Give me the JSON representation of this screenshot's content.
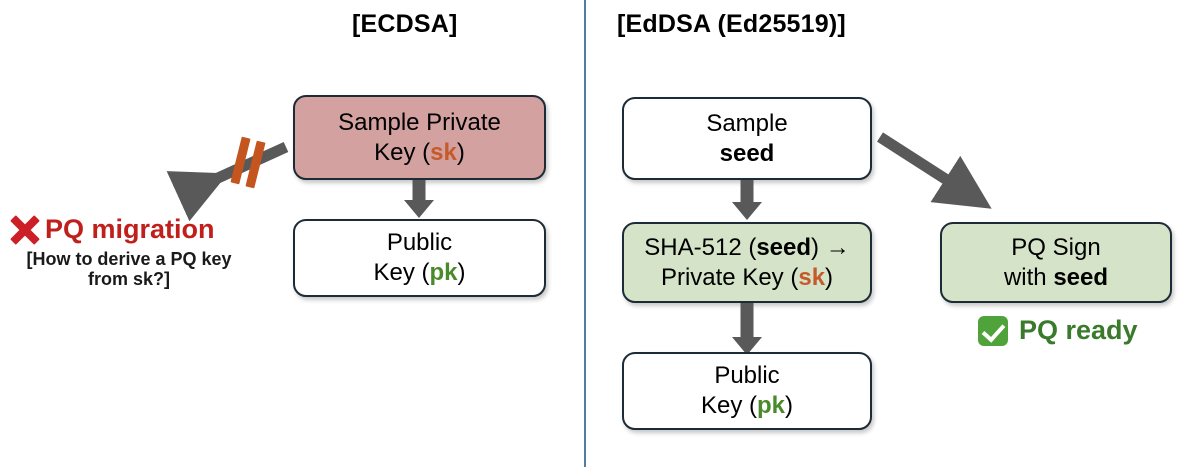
{
  "figure": {
    "background_color": "#ffffff",
    "divider_color": "#3f6f93"
  },
  "colors": {
    "sk_orange": "#c55a2b",
    "pk_green": "#4a8a2a",
    "pink_box": "#d4a1a1",
    "green_box": "#d5e3c8",
    "box_border": "#1d2b36",
    "arrow_gray": "#595959",
    "strike_orange": "#c4551f",
    "error_red": "#c0201c",
    "x_red": "#cd2026",
    "check_green": "#4fa33a",
    "ready_green": "#3a7a2c"
  },
  "left_panel": {
    "title": "[ECDSA]",
    "nodes": {
      "private_key": {
        "line1": "Sample Private",
        "line2_prefix": "Key (",
        "line2_token": "sk",
        "line2_suffix": ")",
        "fill": "pink"
      },
      "public_key": {
        "line1": "Public",
        "line2_prefix": "Key (",
        "line2_token": "pk",
        "line2_suffix": ")",
        "fill": "white"
      }
    },
    "failure": {
      "icon": "red-x-icon",
      "label": "PQ migration",
      "sub_line1": "[How to derive a PQ key",
      "sub_line2": "from sk?]"
    },
    "blocked_arrow": {
      "direction": "down-left",
      "strike_bars": 2
    }
  },
  "right_panel": {
    "title": "[EdDSA (Ed25519)]",
    "nodes": {
      "seed": {
        "line1": "Sample",
        "line2_token": "seed",
        "fill": "white"
      },
      "sha512": {
        "line1_prefix": "SHA-512 (",
        "line1_token": "seed",
        "line1_suffix": ") →",
        "line2_prefix": "Private Key (",
        "line2_token": "sk",
        "line2_suffix": ")",
        "fill": "green"
      },
      "public_key": {
        "line1": "Public",
        "line2_prefix": "Key (",
        "line2_token": "pk",
        "line2_suffix": ")",
        "fill": "white"
      },
      "pq_sign": {
        "line1": "PQ Sign",
        "line2_prefix": "with ",
        "line2_token": "seed",
        "fill": "green"
      }
    },
    "success": {
      "icon": "green-check-icon",
      "label": "PQ ready"
    }
  }
}
